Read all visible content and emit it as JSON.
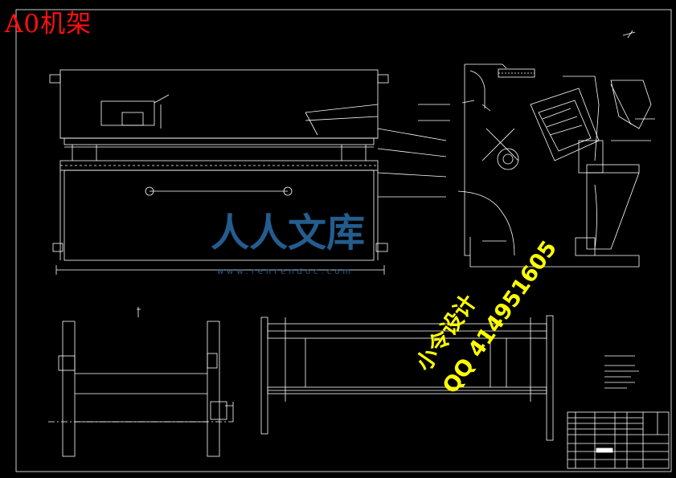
{
  "title": "A0机架",
  "designer": {
    "line1": "小令设计",
    "line2": "QQ 414951605"
  },
  "watermark": {
    "name": "人人文库",
    "url": "www.renrendoc.com"
  },
  "colors": {
    "background": "#000000",
    "lines": "#ffffff",
    "title": "#ff1010",
    "designer": "#ffff00",
    "watermark": "#2a6ea8"
  }
}
